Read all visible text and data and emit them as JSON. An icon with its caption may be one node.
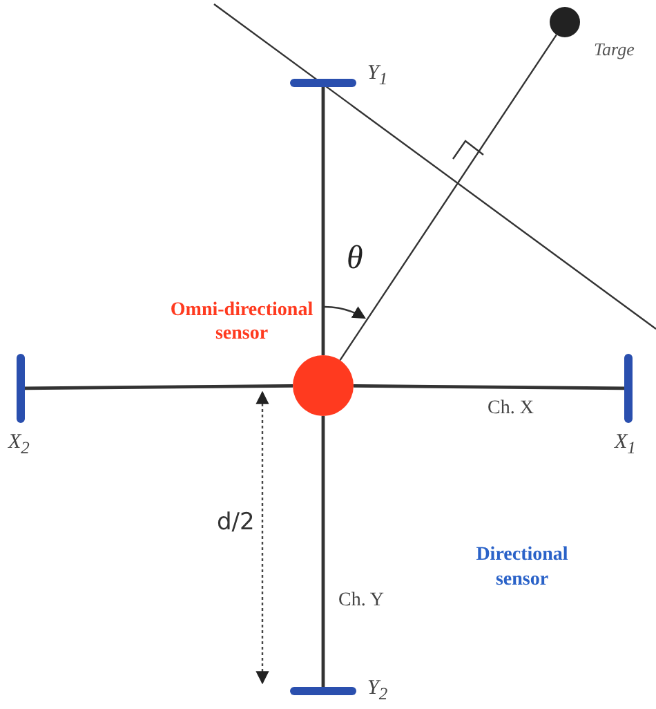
{
  "diagram": {
    "nodes": [
      {
        "text": [],
        "shape": "circle",
        "beside": [
          "Omni-directional sensor"
        ]
      },
      {
        "text": [],
        "shape": "bar",
        "beside": [
          "Y$_{1}$"
        ]
      },
      {
        "text": [],
        "shape": "bar",
        "beside": [
          "X$_{2}$"
        ]
      },
      {
        "text": [],
        "shape": "bar",
        "beside": [
          "X$_{1}$"
        ]
      },
      {
        "text": [],
        "shape": "bar",
        "beside": [
          "Y$_{2}$"
        ]
      },
      {
        "text": [],
        "shape": "circle",
        "beside": [
          "Targe"
        ]
      }
    ],
    "edges": [
      {
        "from": 0,
        "to": 1,
        "arrow": "none"
      },
      {
        "from": 0,
        "to": 2,
        "arrow": "none"
      },
      {
        "from": 0,
        "to": 3,
        "arrow": "none",
        "label": "Ch. X"
      },
      {
        "from": 0,
        "to": 4,
        "arrow": "none",
        "label": "Ch. Y"
      },
      {
        "from": 0,
        "to": 5,
        "arrow": "none"
      }
    ],
    "labels": [
      "θ",
      "Directional sensor",
      "d/2"
    ]
  }
}
